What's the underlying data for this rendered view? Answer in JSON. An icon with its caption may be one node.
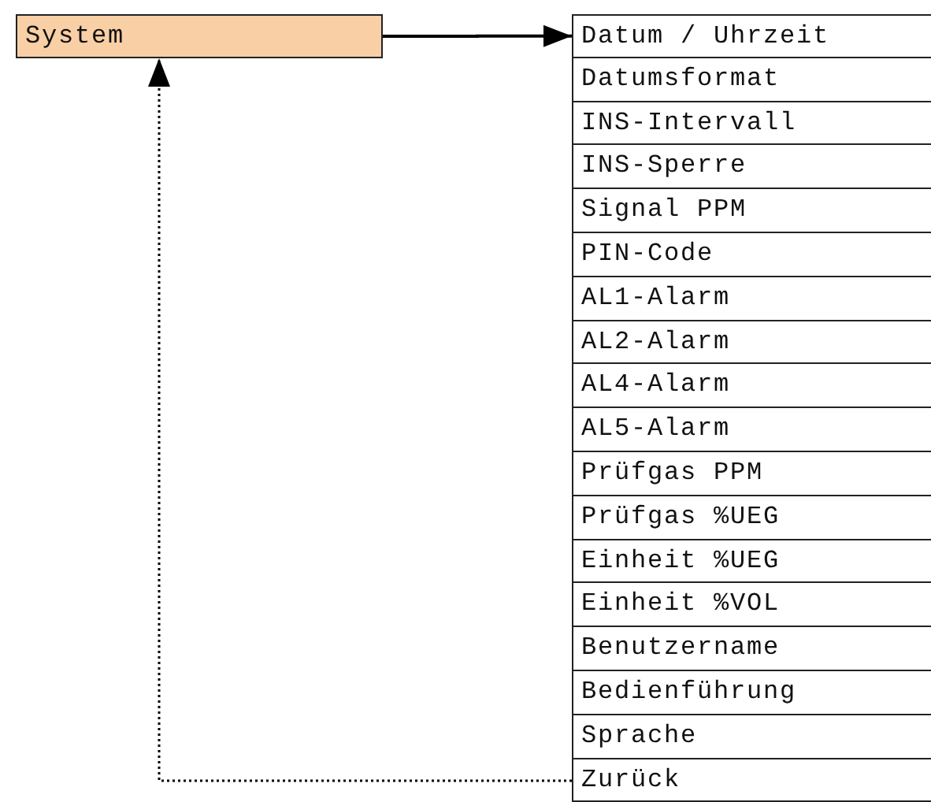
{
  "diagram": {
    "nodes": [
      {
        "text": [
          "System"
        ]
      },
      {
        "text": [
          "Datum / Uhrzeit"
        ]
      },
      {
        "text": [
          "Datumsformat"
        ]
      },
      {
        "text": [
          "INS-Intervall"
        ]
      },
      {
        "text": [
          "INS-Sperre"
        ]
      },
      {
        "text": [
          "Signal PPM"
        ]
      },
      {
        "text": [
          "PIN-Code"
        ]
      },
      {
        "text": [
          "AL1-Alarm"
        ]
      },
      {
        "text": [
          "AL2-Alarm"
        ]
      },
      {
        "text": [
          "AL4-Alarm"
        ]
      },
      {
        "text": [
          "AL5-Alarm"
        ]
      },
      {
        "text": [
          "Prüfgas PPM"
        ]
      },
      {
        "text": [
          "Prüfgas %UEG"
        ]
      },
      {
        "text": [
          "Einheit %UEG"
        ]
      },
      {
        "text": [
          "Einheit %VOL"
        ]
      },
      {
        "text": [
          "Benutzername"
        ]
      },
      {
        "text": [
          "Bedienführung"
        ]
      },
      {
        "text": [
          "Sprache"
        ]
      },
      {
        "text": [
          "Zurück"
        ]
      }
    ],
    "edges": [
      {
        "from": 0,
        "to": 1,
        "arrow": "to"
      },
      {
        "from": 18,
        "to": 0,
        "arrow": "to",
        "style": "dashed"
      }
    ]
  }
}
